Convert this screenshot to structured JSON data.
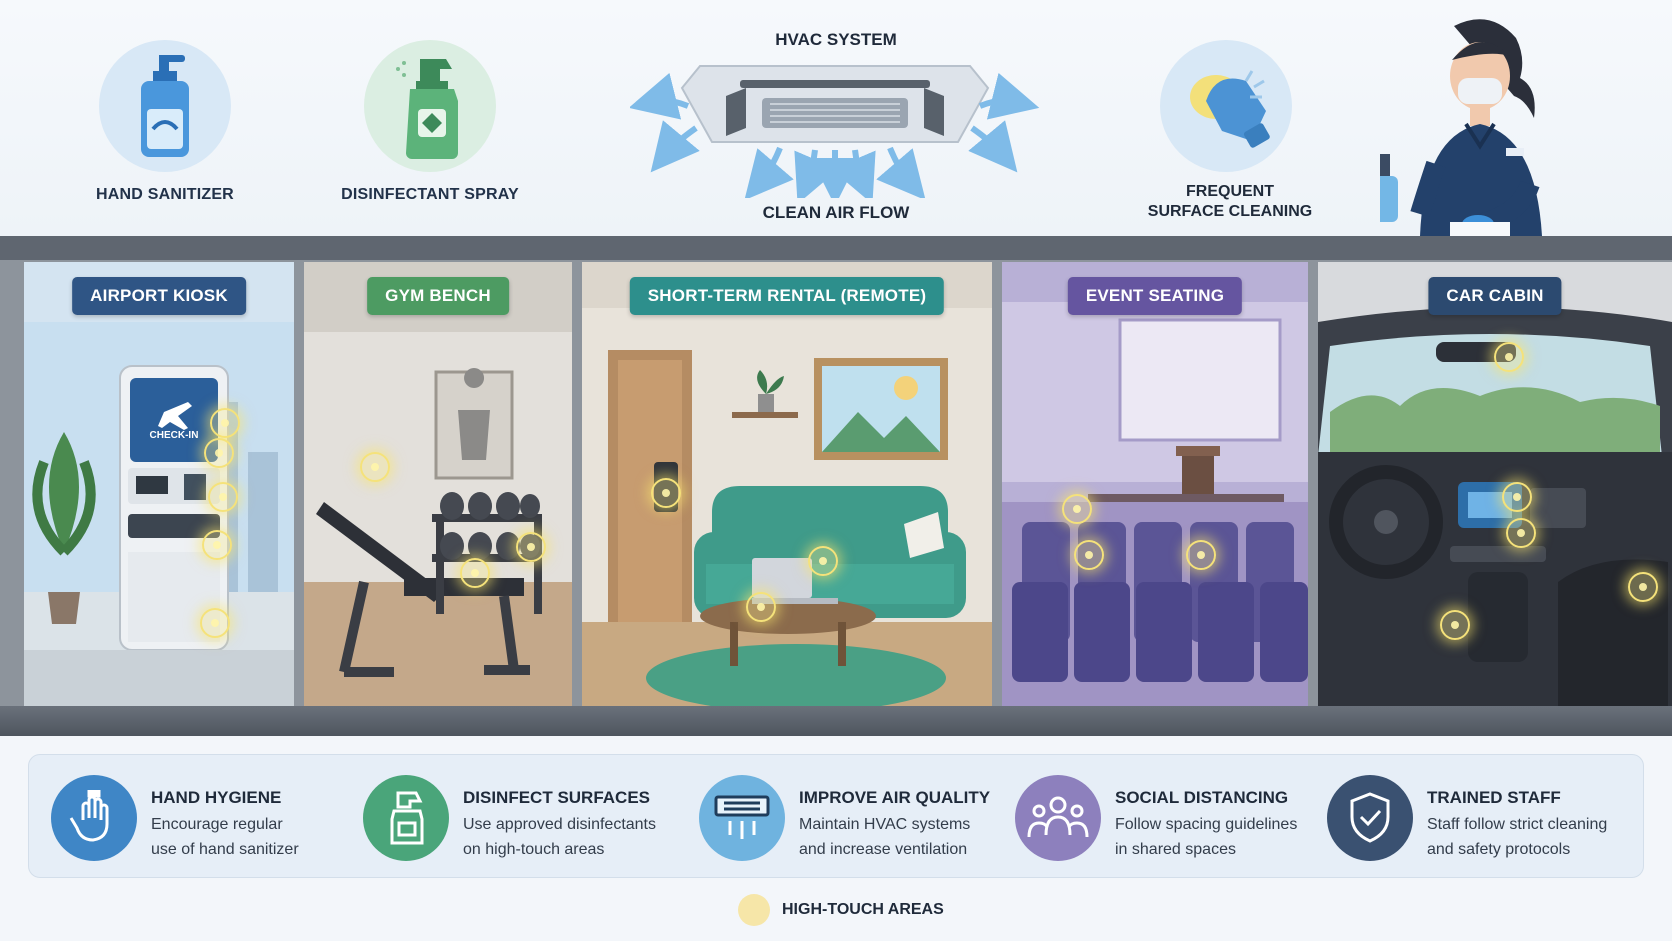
{
  "top": {
    "hand_sanitizer": "HAND SANITIZER",
    "disinfectant_spray": "DISINFECTANT SPRAY",
    "hvac_title": "HVAC SYSTEM",
    "hvac_sub": "CLEAN AIR FLOW",
    "surface_line1": "FREQUENT",
    "surface_line2": "SURFACE CLEANING",
    "kiosk_screen": "CHECK-IN"
  },
  "panels": [
    {
      "label": "AIRPORT KIOSK",
      "color": "#2f5585"
    },
    {
      "label": "GYM BENCH",
      "color": "#4d9b62"
    },
    {
      "label": "SHORT-TERM RENTAL (REMOTE)",
      "color": "#2d8f8c"
    },
    {
      "label": "EVENT SEATING",
      "color": "#6555a0"
    },
    {
      "label": "CAR CABIN",
      "color": "#2c4a70"
    }
  ],
  "measures": [
    {
      "title": "HAND HYGIENE",
      "line1": "Encourage regular",
      "line2": "use of hand sanitizer",
      "icon": "hand-icon",
      "color": "#3f86c6"
    },
    {
      "title": "DISINFECT SURFACES",
      "line1": "Use approved disinfectants",
      "line2": "on high-touch areas",
      "icon": "spray-bottle-icon",
      "color": "#4aa57a"
    },
    {
      "title": "IMPROVE AIR QUALITY",
      "line1": "Maintain HVAC systems",
      "line2": "and increase ventilation",
      "icon": "air-vent-icon",
      "color": "#6fb3df"
    },
    {
      "title": "SOCIAL DISTANCING",
      "line1": "Follow spacing guidelines",
      "line2": "in shared spaces",
      "icon": "people-icon",
      "color": "#8d80bd"
    },
    {
      "title": "TRAINED STAFF",
      "line1": "Staff follow strict cleaning",
      "line2": "and safety protocols",
      "icon": "shield-check-icon",
      "color": "#3a5171"
    }
  ],
  "legend": {
    "label": "HIGH-TOUCH AREAS",
    "color": "#f6e6a8"
  }
}
